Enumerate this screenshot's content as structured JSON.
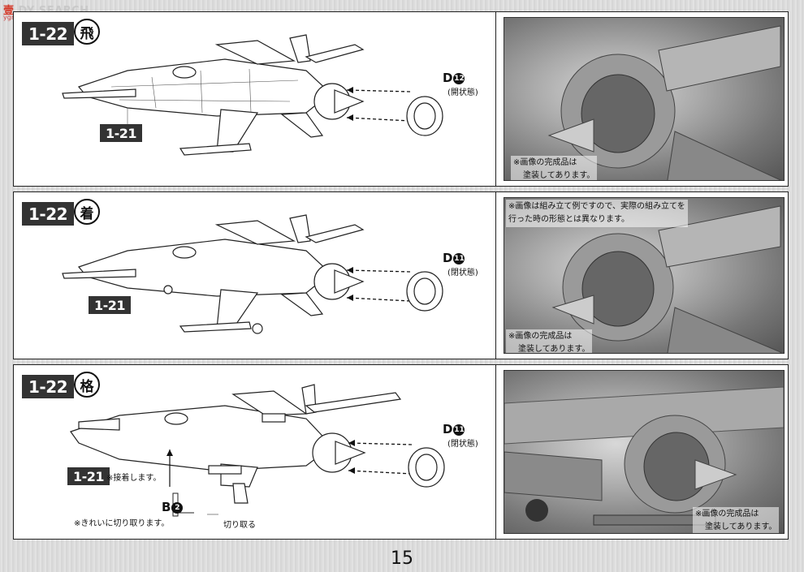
{
  "watermark": {
    "text_red": "壹",
    "text_gray": "DY SEARCH",
    "sub": "ygm.com"
  },
  "steps": [
    {
      "step_label": "1-22",
      "mode_char": "飛",
      "ref_label": "1-21",
      "part_letter": "D",
      "part_number": "12",
      "part_state": "(開状態)",
      "photo_notes": [
        "※画像の完成品は",
        "塗装してあります。"
      ]
    },
    {
      "step_label": "1-22",
      "mode_char": "着",
      "ref_label": "1-21",
      "part_letter": "D",
      "part_number": "11",
      "part_state": "(閉状態)",
      "photo_top_notes": [
        "※画像は組み立て例ですので、実際の組み立てを",
        "行った時の形態とは異なります。"
      ],
      "photo_notes": [
        "※画像の完成品は",
        "塗装してあります。"
      ]
    },
    {
      "step_label": "1-22",
      "mode_char": "格",
      "ref_label": "1-21",
      "ref_note": "※接着します。",
      "part_letter": "D",
      "part_number": "11",
      "part_state": "(閉状態)",
      "b_letter": "B",
      "b_number": "2",
      "cut_note": "※きれいに切り取ります。",
      "cut_label": "切り取る",
      "photo_notes": [
        "※画像の完成品は",
        "塗装してあります。"
      ]
    }
  ],
  "page_number": "15"
}
